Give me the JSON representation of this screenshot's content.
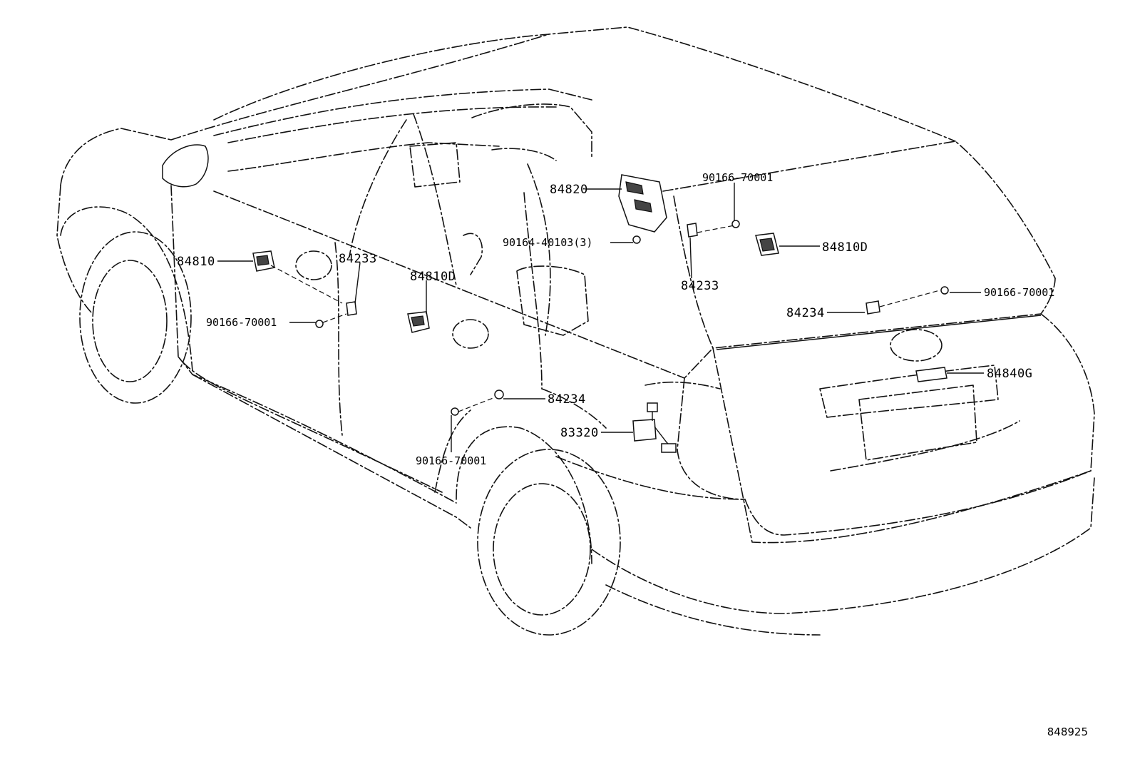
{
  "diagram": {
    "reference_code": "848925",
    "callouts": [
      {
        "id": "c1",
        "label": "84820"
      },
      {
        "id": "c2",
        "label": "90166-70001"
      },
      {
        "id": "c3",
        "label": "90164-40103(3)"
      },
      {
        "id": "c4",
        "label": "84810D"
      },
      {
        "id": "c5",
        "label": "84810"
      },
      {
        "id": "c6",
        "label": "84233"
      },
      {
        "id": "c7",
        "label": "84810D"
      },
      {
        "id": "c8",
        "label": "84233"
      },
      {
        "id": "c9",
        "label": "90166-70001"
      },
      {
        "id": "c10",
        "label": "84234"
      },
      {
        "id": "c11",
        "label": "90166-70001"
      },
      {
        "id": "c12",
        "label": "84840G"
      },
      {
        "id": "c13",
        "label": "84234"
      },
      {
        "id": "c14",
        "label": "83320"
      },
      {
        "id": "c15",
        "label": "90166-70001"
      }
    ]
  }
}
